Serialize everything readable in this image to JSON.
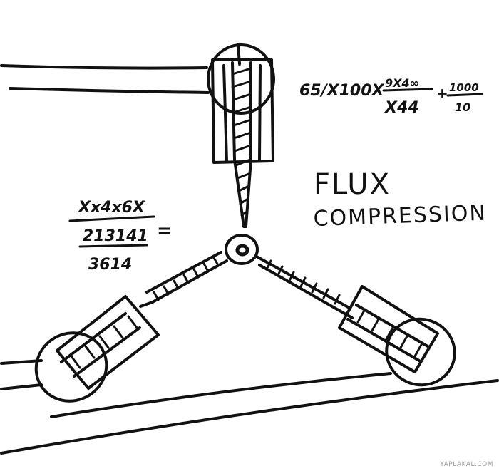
{
  "title": {
    "line1": "FLUX",
    "line2": "COMPRESSION"
  },
  "top_equation": {
    "lead": "65/X100X",
    "fraction1_num": "9X4∞",
    "fraction1_den": "X44",
    "plus": "+",
    "fraction2_num": "1000",
    "fraction2_den": "10"
  },
  "left_equation": {
    "numerator": "Xx4x6X",
    "denominator": "213141",
    "equals": "=",
    "result": "3614"
  },
  "watermark": "YAPLAKAL.COM",
  "colors": {
    "ink": "#111111",
    "paper": "#ffffff"
  }
}
